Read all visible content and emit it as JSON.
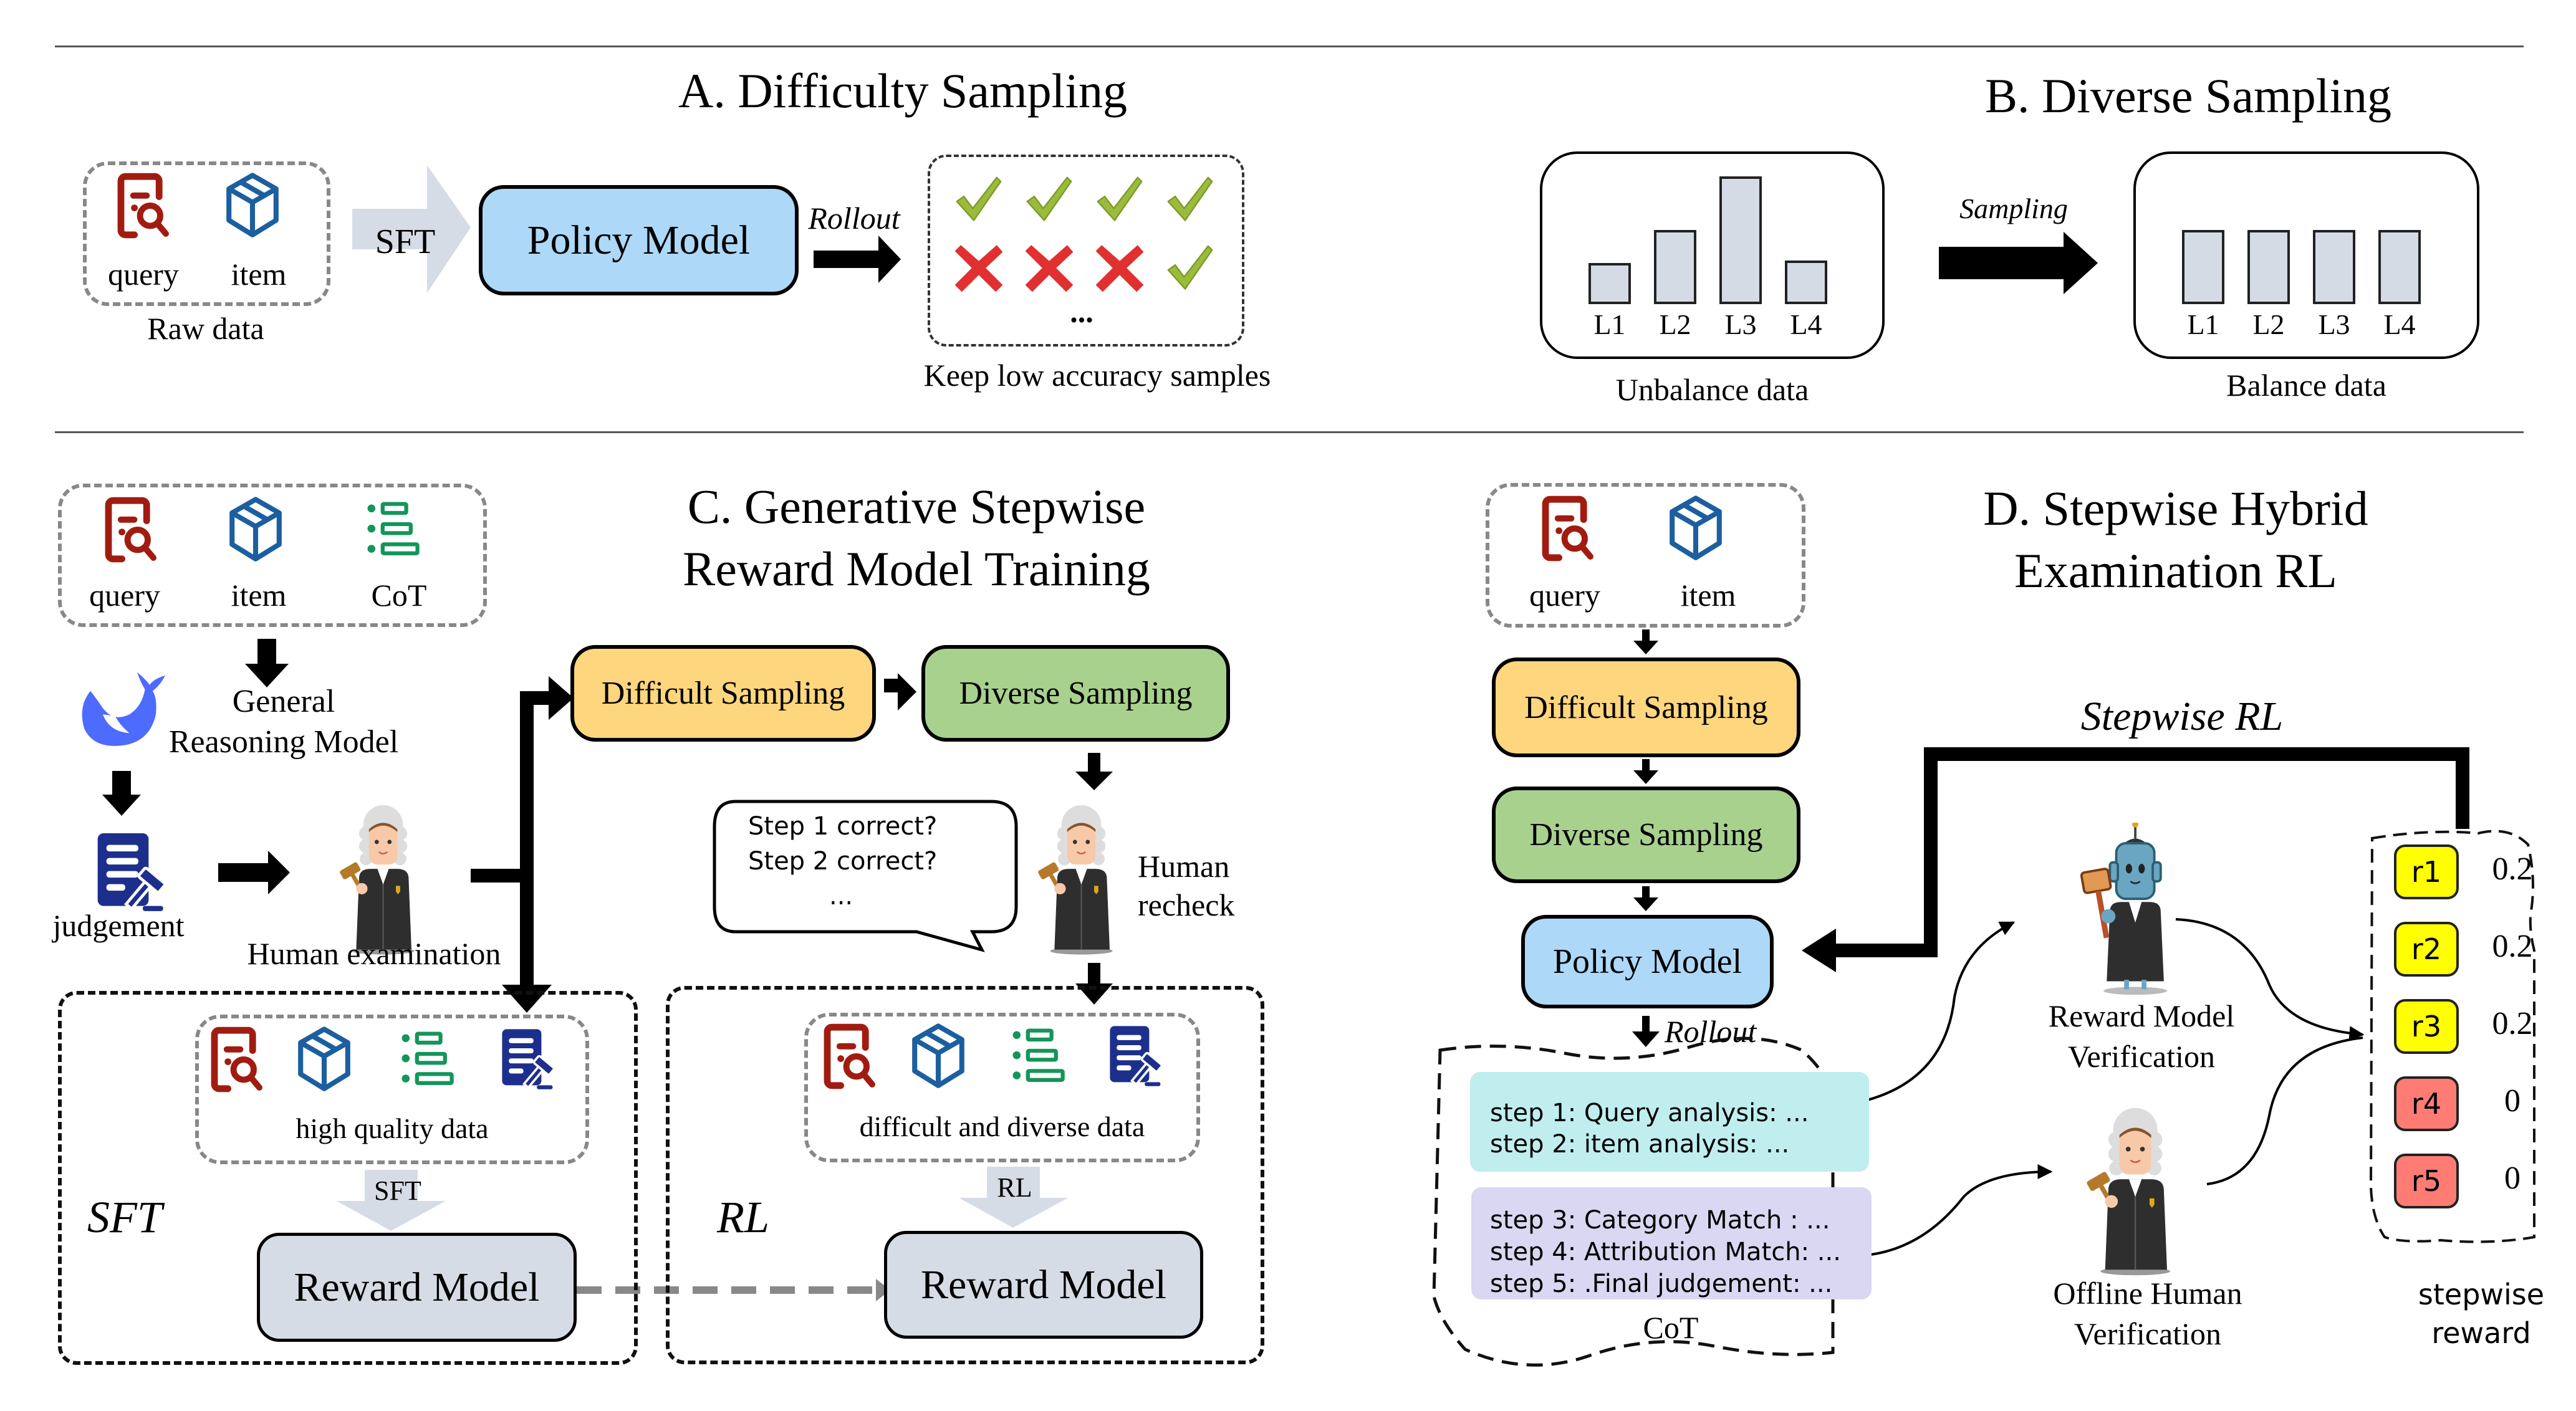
{
  "sectionA": {
    "title": "A. Difficulty Sampling",
    "raw_data": {
      "icons": [
        {
          "name": "query-icon",
          "label": "query"
        },
        {
          "name": "item-icon",
          "label": "item"
        }
      ],
      "caption": "Raw data"
    },
    "sft_label": "SFT",
    "policy_model": "Policy Model",
    "rollout_label": "Rollout",
    "samples": {
      "row1": [
        "check",
        "check",
        "check",
        "check"
      ],
      "row2": [
        "cross",
        "cross",
        "cross",
        "check"
      ],
      "ellipsis": "..."
    },
    "samples_caption": "Keep low accuracy samples"
  },
  "sectionB": {
    "title": "B. Diverse Sampling",
    "unbalanced": {
      "levels": [
        "L1",
        "L2",
        "L3",
        "L4"
      ],
      "relative_heights": [
        0.32,
        0.58,
        1.0,
        0.34
      ],
      "caption": "Unbalance data"
    },
    "sampling_label": "Sampling",
    "balanced": {
      "levels": [
        "L1",
        "L2",
        "L3",
        "L4"
      ],
      "relative_heights": [
        0.58,
        0.58,
        0.58,
        0.58
      ],
      "caption": "Balance data"
    }
  },
  "sectionC": {
    "title_line1": "C. Generative Stepwise",
    "title_line2": "Reward Model Training",
    "inputs": [
      {
        "name": "query-icon",
        "label": "query"
      },
      {
        "name": "item-icon",
        "label": "item"
      },
      {
        "name": "cot-list-icon",
        "label": "CoT"
      }
    ],
    "general_model_line1": "General",
    "general_model_line2": "Reasoning Model",
    "judgement_label": "judgement",
    "human_examination": "Human examination",
    "difficult_sampling": "Difficult Sampling",
    "diverse_sampling": "Diverse Sampling",
    "speech_bubble": [
      "Step 1 correct?",
      "Step 2 correct?",
      "..."
    ],
    "human_recheck_line1": "Human",
    "human_recheck_line2": "recheck",
    "sft_panel": {
      "tag": "SFT",
      "data_caption": "high quality data",
      "arrow_label": "SFT",
      "model": "Reward Model"
    },
    "rl_panel": {
      "tag": "RL",
      "data_caption": "difficult and diverse data",
      "arrow_label": "RL",
      "model": "Reward Model"
    }
  },
  "sectionD": {
    "title_line1": "D. Stepwise Hybrid",
    "title_line2": "Examination RL",
    "inputs": [
      {
        "name": "query-icon",
        "label": "query"
      },
      {
        "name": "item-icon",
        "label": "item"
      }
    ],
    "difficult_sampling": "Difficult Sampling",
    "diverse_sampling": "Diverse Sampling",
    "policy_model": "Policy Model",
    "rollout_label": "Rollout",
    "stepwise_rl_label": "Stepwise RL",
    "cot_group1": [
      "step 1: Query  analysis: ...",
      "step 2: item analysis: ..."
    ],
    "cot_group2": [
      "step 3: Category Match : ...",
      "step 4: Attribution Match: ...",
      "step 5: .Final judgement: ..."
    ],
    "cot_caption": "CoT",
    "reward_model_verification_line1": "Reward Model",
    "reward_model_verification_line2": "Verification",
    "offline_human_line1": "Offline Human",
    "offline_human_line2": "Verification",
    "rewards": [
      {
        "id": "r1",
        "value": "0.2",
        "status": "pass"
      },
      {
        "id": "r2",
        "value": "0.2",
        "status": "pass"
      },
      {
        "id": "r3",
        "value": "0.2",
        "status": "pass"
      },
      {
        "id": "r4",
        "value": "0",
        "status": "fail"
      },
      {
        "id": "r5",
        "value": "0",
        "status": "fail"
      }
    ],
    "stepwise_reward_line1": "stepwise",
    "stepwise_reward_line2": "reward"
  },
  "colors": {
    "policy_blue": "#aed8f7",
    "difficult_orange": "#fdd67e",
    "diverse_green": "#a9d18e",
    "reward_gray": "#d6dce5",
    "cot_cyan": "#c0eeee",
    "cot_lavender": "#d9d7f1",
    "reward_pass": "#ffff00",
    "reward_fail": "#ff7c75",
    "check_green": "#9bbb3b",
    "cross_red": "#e03030",
    "query_red": "#a11c10",
    "item_blue": "#1c5fa0",
    "cot_green": "#14955a",
    "judgement_navy": "#1d2f8c"
  }
}
